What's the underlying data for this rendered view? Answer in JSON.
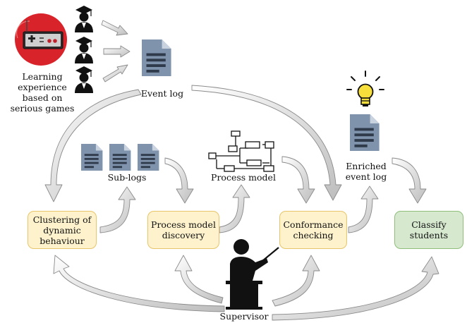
{
  "labels": {
    "learning_experience": "Learning\nexperience\nbased on\nserious games",
    "event_log": "Event log",
    "sub_logs": "Sub-logs",
    "process_model": "Process model",
    "enriched_event_log": "Enriched\nevent log",
    "supervisor": "Supervisor"
  },
  "boxes": {
    "clustering": "Clustering of\ndynamic\nbehaviour",
    "discovery": "Process model\ndiscovery",
    "conformance": "Conformance\nchecking",
    "classify": "Classify\nstudents"
  },
  "colors": {
    "box_yellow_fill": "#fdf2cc",
    "box_yellow_border": "#e8c56a",
    "box_green_fill": "#d6e9cf",
    "box_green_border": "#8fbe78",
    "document_icon": "#7f93ad",
    "controller_circle": "#d9232a",
    "bulb": "#f7e03c"
  },
  "icons": [
    "gamepad-icon",
    "graduate-student-icon",
    "document-icon",
    "process-model-icon",
    "lightbulb-icon",
    "teacher-icon"
  ]
}
